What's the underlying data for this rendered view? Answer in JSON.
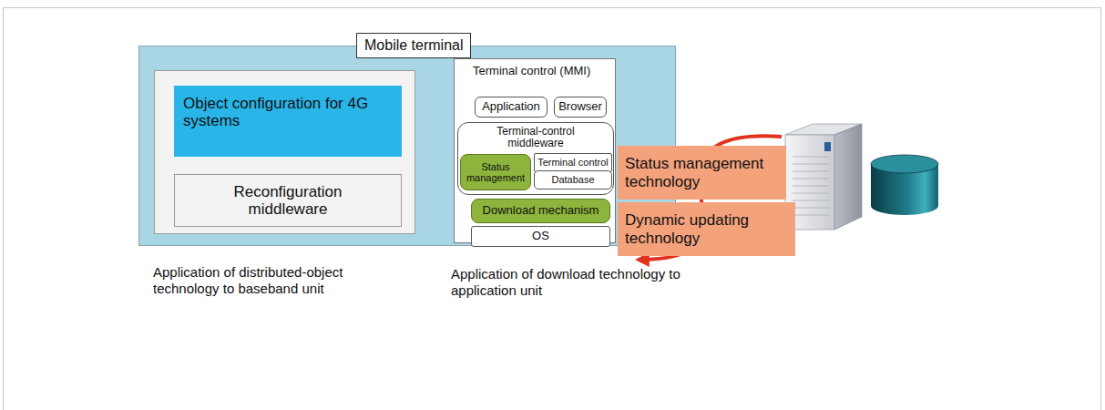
{
  "diagram": {
    "nodes": [
      {
        "text": [
          "Mobile terminal"
        ]
      },
      {
        "text": [
          "Object configuration for 4G systems"
        ],
        "in": 0
      },
      {
        "text": [
          "Reconfiguration middleware"
        ],
        "in": 0
      },
      {
        "text": [
          "Terminal control (MMI)"
        ],
        "in": 0
      },
      {
        "text": [
          "Application"
        ],
        "in": 3
      },
      {
        "text": [
          "Browser"
        ],
        "in": 3
      },
      {
        "text": [
          "Terminal-control middleware"
        ],
        "in": 3
      },
      {
        "text": [
          "Status management"
        ],
        "in": 6
      },
      {
        "text": [
          "Terminal control"
        ],
        "in": 6
      },
      {
        "text": [
          "Database"
        ],
        "in": 6
      },
      {
        "text": [
          "Download mechanism"
        ],
        "in": 3
      },
      {
        "text": [
          "OS"
        ],
        "in": 3
      },
      {
        "text": [
          "Status management technology"
        ]
      },
      {
        "text": [
          "Dynamic updating technology"
        ]
      }
    ],
    "labels": [
      "Application of distributed-object technology to baseband unit",
      "Application of download technology to application unit"
    ]
  }
}
